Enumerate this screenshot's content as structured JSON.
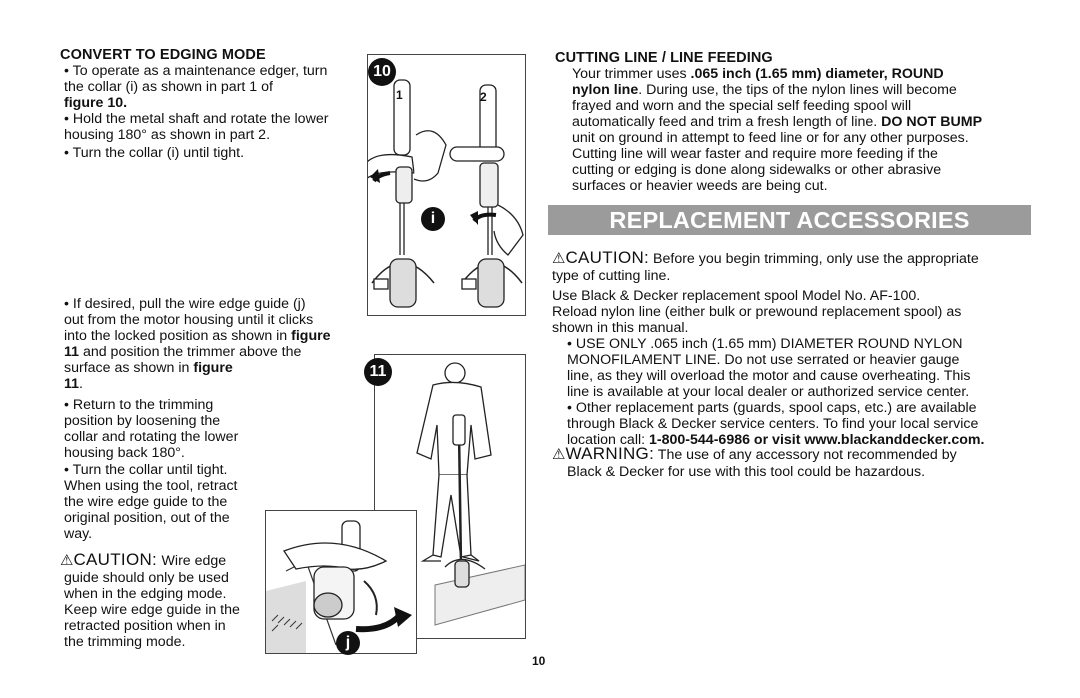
{
  "left": {
    "edging_heading": "CONVERT TO EDGING MODE",
    "p1_line1": "• To operate as a maintenance edger, turn",
    "p1_line2": "the collar (i) as shown in part 1 of",
    "p1_fig": "figure 10",
    "p2_line1": "• Hold the metal shaft and rotate the lower",
    "p2_line2": "housing 180° as shown in part 2.",
    "p3": "• Turn the collar (i) until tight.",
    "p4_line1": "• If desired, pull the wire edge guide (j)",
    "p4_line2": "out from the  motor housing until it clicks",
    "p4_line3a": "into the locked position as shown in ",
    "p4_line3b": "figure",
    "p4_line4a": "11",
    "p4_line4b": " and position the trimmer above the",
    "p4_line5a": "surface as shown in ",
    "p4_line5b": "figure",
    "p4_line6": "11",
    "p5_line1": "• Return to the trimming",
    "p5_line2": "position by loosening the",
    "p5_line3": "collar and rotating the lower",
    "p5_line4": "housing back 180°.",
    "p6_line1": "• Turn the collar until tight.",
    "p6_line2": "When using the tool, retract",
    "p6_line3": "the wire edge guide to the",
    "p6_line4": "original position, out of the",
    "p6_line5": "way.",
    "caution_word": "CAUTION:",
    "caution_rest": "Wire edge",
    "c_line2": "guide should only be used",
    "c_line3": "when in the edging mode.",
    "c_line4": "Keep wire edge guide in the",
    "c_line5": "retracted position when in",
    "c_line6": "the trimming mode."
  },
  "figures": {
    "fig10_badge": "10",
    "fig10_part1": "1",
    "fig10_part2": "2",
    "label_i": "i",
    "fig11_badge": "11",
    "label_j": "j"
  },
  "right": {
    "line_heading": "CUTTING LINE / LINE FEEDING",
    "r1a": "Your trimmer uses ",
    "r1b": ".065 inch (1.65 mm) diameter, ROUND",
    "r2a": "nylon line",
    "r2b": ". During use, the tips of the nylon lines will become",
    "r3": "frayed and worn and the special self feeding spool will",
    "r4a": "automatically feed and trim a fresh length of line. ",
    "r4b": "DO NOT BUMP",
    "r5": "unit on ground in attempt to feed line or for any other purposes.",
    "r6": "Cutting line will wear faster and require more feeding if the",
    "r7": "cutting or edging is done along sidewalks or other abrasive",
    "r8": "surfaces or heavier weeds are being cut.",
    "banner": "REPLACEMENT ACCESSORIES",
    "caution_word": "CAUTION:",
    "caution_rest": " Before you begin trimming, only use the appropriate",
    "caution_l2": "type of cutting line.",
    "s1": "Use Black & Decker replacement spool Model No. AF-100.",
    "s2": "Reload nylon line (either bulk or prewound replacement spool) as",
    "s3": "shown in this manual.",
    "u1": "• USE ONLY .065 inch (1.65 mm) DIAMETER ROUND NYLON",
    "u2": "MONOFILAMENT LINE. Do not use serrated or heavier gauge",
    "u3": "line, as they will overload the motor and cause overheating. This",
    "u4": "line is available at your local dealer or authorized service center.",
    "o1": "• Other replacement parts (guards, spool caps, etc.) are available",
    "o2": "through Black & Decker service centers. To find your local service",
    "o3a": "location call: ",
    "o3b": "1-800-544-6986 or visit www.blackanddecker.com.",
    "warning_word": "WARNING:",
    "warning_rest": " The use of any accessory not recommended by",
    "warning_l2": "Black & Decker for use with this tool could be hazardous."
  },
  "footer": {
    "page_number": "10"
  },
  "icons": {
    "warning": "warning-triangle-icon"
  }
}
